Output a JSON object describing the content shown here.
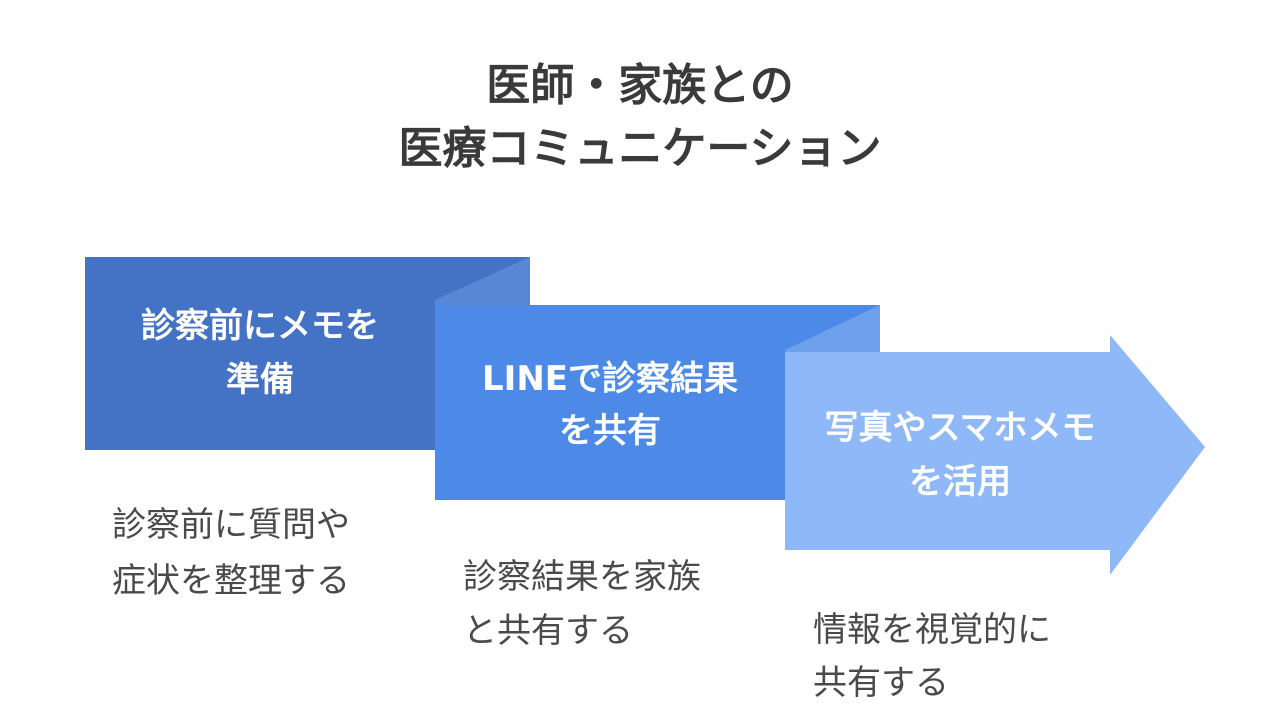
{
  "title": {
    "line1": "医師・家族との",
    "line2": "医療コミュニケーション"
  },
  "steps": [
    {
      "label_line1": "診察前にメモを",
      "label_line2": "準備",
      "desc_line1": "診察前に質問や",
      "desc_line2": "症状を整理する"
    },
    {
      "label_line1": "LINEで診察結果",
      "label_line2": "を共有",
      "desc_line1": "診察結果を家族",
      "desc_line2": "と共有する"
    },
    {
      "label_line1": "写真やスマホメモ",
      "label_line2": "を活用",
      "desc_line1": "情報を視覚的に",
      "desc_line2": "共有する"
    }
  ],
  "colors": {
    "step1": "#4472c4",
    "step2": "#4d8ae8",
    "step3": "#8fb8f8",
    "step1_fold": "#5a86d6",
    "step2_fold": "#6ea0ee",
    "title": "#3a3a3a",
    "desc": "#4a4a4a"
  }
}
